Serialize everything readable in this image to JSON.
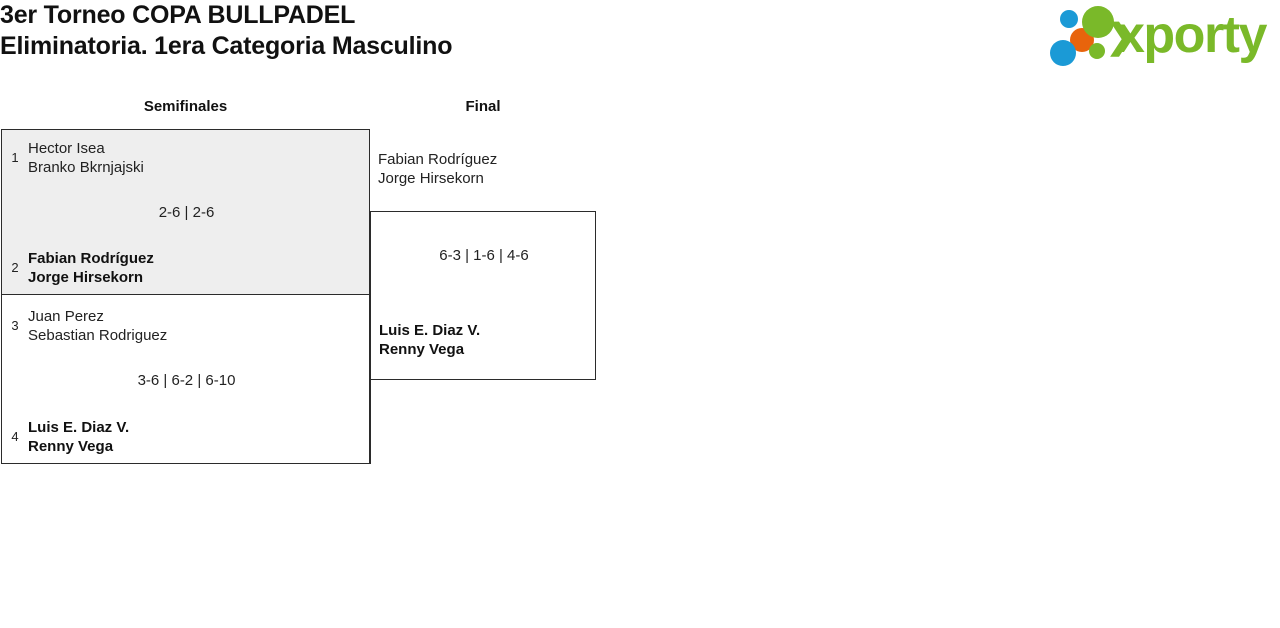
{
  "tournament": {
    "title_line1": "3er Torneo COPA BULLPADEL",
    "title_line2": "Eliminatoria. 1era Categoria Masculino"
  },
  "brand": {
    "name": "xporty",
    "colors": {
      "green": "#7ab929",
      "blue": "#1b9ad6",
      "orange": "#e8640c"
    },
    "dots": [
      "blue-small",
      "orange",
      "blue-large",
      "green-large",
      "green-small"
    ]
  },
  "rounds": [
    {
      "name": "Semifinales"
    },
    {
      "name": "Final"
    }
  ],
  "bracket": {
    "semifinals": [
      {
        "highlighted": true,
        "top": {
          "seed": "1",
          "player1": "Hector Isea",
          "player2": "Branko Bkrnjajski",
          "winner": false
        },
        "bottom": {
          "seed": "2",
          "player1": "Fabian Rodríguez",
          "player2": "Jorge Hirsekorn",
          "winner": true
        },
        "score": "2-6 | 2-6"
      },
      {
        "highlighted": false,
        "top": {
          "seed": "3",
          "player1": "Juan Perez",
          "player2": "Sebastian Rodriguez",
          "winner": false
        },
        "bottom": {
          "seed": "4",
          "player1": "Luis E. Diaz V.",
          "player2": "Renny Vega",
          "winner": true
        },
        "score": "3-6 | 6-2 | 6-10"
      }
    ],
    "final": {
      "top": {
        "player1": "Fabian Rodríguez",
        "player2": "Jorge Hirsekorn",
        "winner": false
      },
      "bottom": {
        "player1": "Luis E. Diaz V.",
        "player2": "Renny Vega",
        "winner": true
      },
      "score": "6-3 | 1-6 | 4-6"
    }
  }
}
